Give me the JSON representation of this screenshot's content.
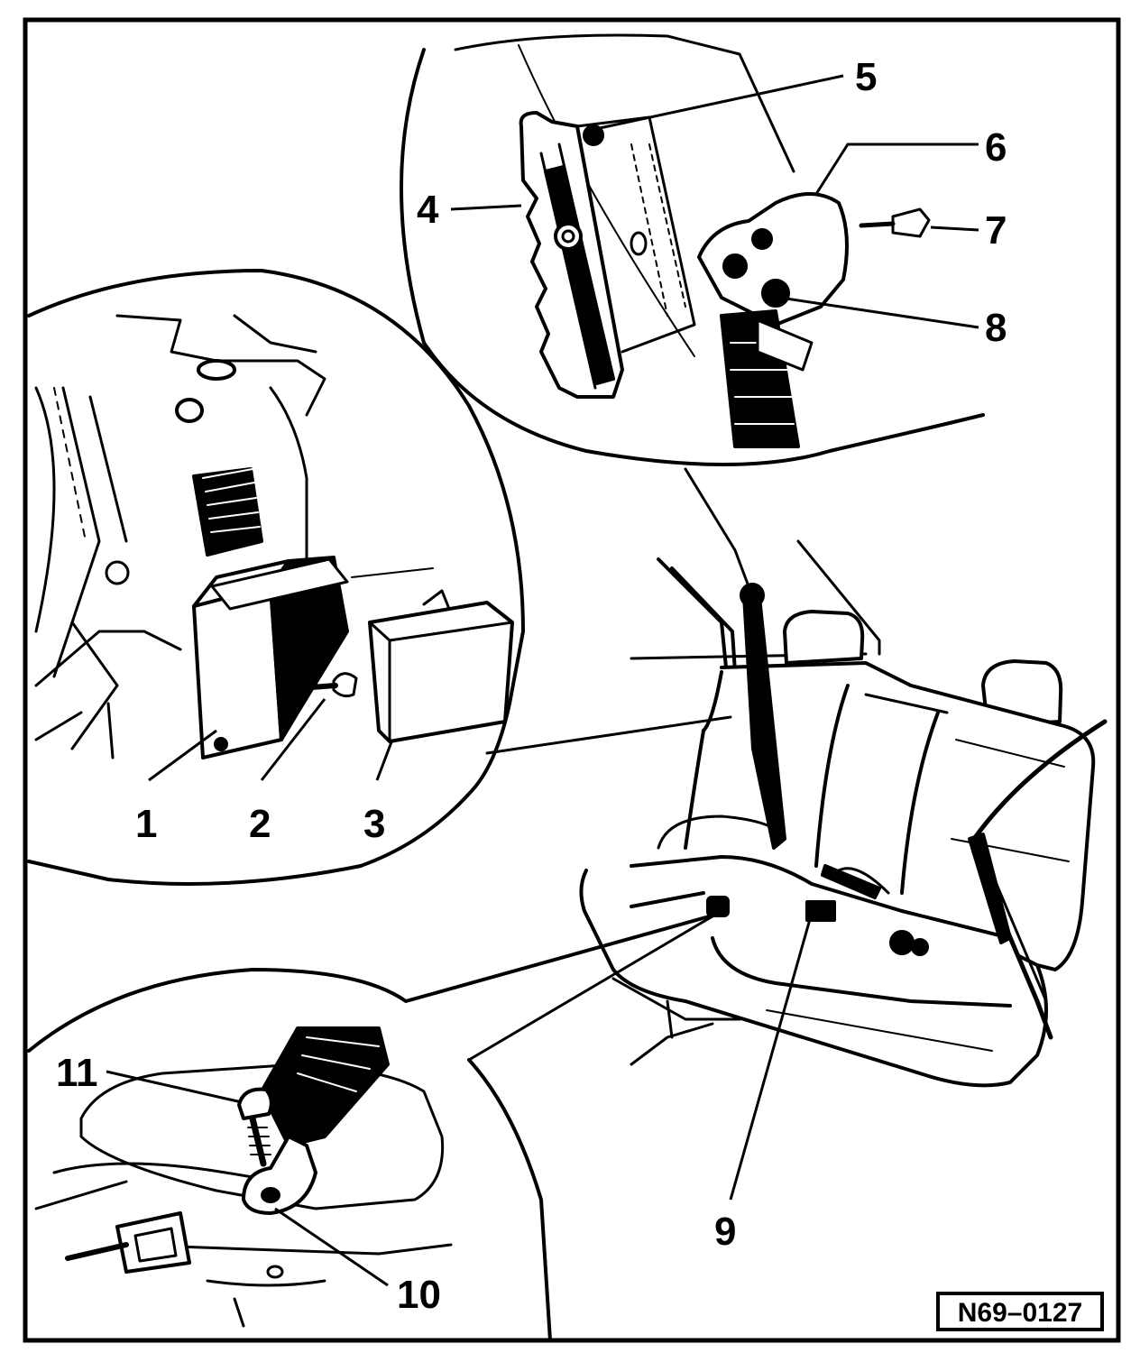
{
  "diagram": {
    "callouts": [
      "1",
      "2",
      "3",
      "4",
      "5",
      "6",
      "7",
      "8",
      "9",
      "10",
      "11"
    ],
    "reference_code": "N69–0127"
  }
}
